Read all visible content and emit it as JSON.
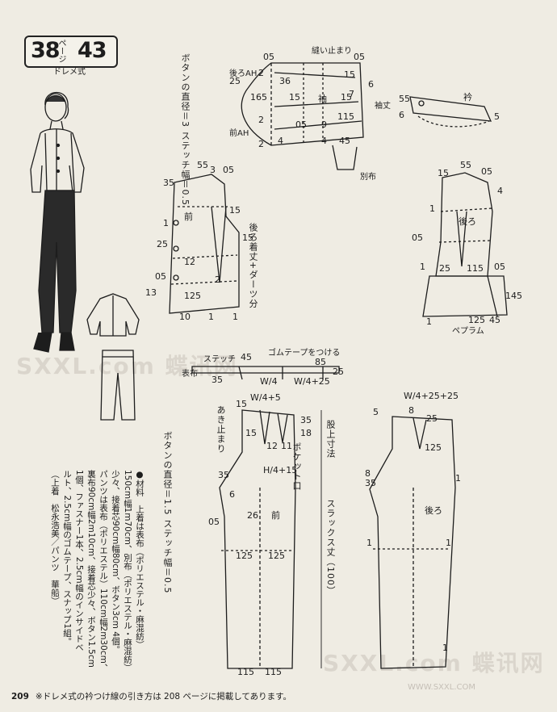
{
  "header": {
    "ref_number": "38",
    "ref_unit": "ページ",
    "design_number": "43",
    "style_label": "ドレメ式"
  },
  "labels": {
    "sleeve": "袖",
    "collar": "衿",
    "front": "前",
    "back": "後ろ",
    "peplum": "ペプラム",
    "sleeve_width": "袖丈",
    "bias": "別布",
    "back_ah": "後ろAH",
    "front_ah": "前AH",
    "sleeve_cap": "縫い止まり",
    "back_length": "後ろ着丈+ダーツ分",
    "pocket": "ポケット口",
    "crotch": "股上寸法",
    "slacks_length": "スラックス丈（100）",
    "elastic": "ゴムテープをつける",
    "waistband": "表布",
    "stitch_note_top": "ボタンの直径＝3 ステッチ幅＝0.5",
    "stitch_note_pants": "ボタンの直径＝1.5 ステッチ幅＝0.5",
    "fly_stitch": "あき止まり",
    "stitch_label": "ステッチ"
  },
  "materials": [
    "●材料　上着は表布（ポリエステル・麻混紡）",
    "150cm幅1m70cm、別布（ポリエステル・麻混紡）",
    "少々、接着芯90cm幅80cm、ボタン3cm 4個。",
    "パンツは表布（ポリエステル）110cm幅2m30cm、",
    "裏布90cm幅2m10cm、接着芯少々、ボタン1.5cm",
    "1個、ファスナー1本、2.5cm幅のインサイドベ",
    "ルト、2.5cm幅のゴムテープ、スナップ1組。",
    "（上着　松永浩美／パンツ　華船）"
  ],
  "footer": {
    "page_number": "209",
    "note": "※ドレメ式の衿つけ線の引き方は 208 ページに掲載してあります。"
  },
  "watermark": {
    "site": "SXXL.com 蝶讯网",
    "url": "WWW.SXXL.COM"
  },
  "measurements": {
    "sleeve": [
      "05",
      "2",
      "25",
      "165",
      "15",
      "15",
      "7",
      "05",
      "9",
      "115",
      "2",
      "4",
      "4",
      "45",
      "2",
      "36",
      "15",
      "6",
      "05"
    ],
    "collar": [
      "55",
      "6",
      "5"
    ],
    "front": [
      "55",
      "3",
      "05",
      "35",
      "1",
      "15",
      "25",
      "15",
      "12",
      "05",
      "2",
      "125",
      "13",
      "10",
      "1",
      "1"
    ],
    "back": [
      "15",
      "55",
      "05",
      "4",
      "1",
      "05",
      "25",
      "115",
      "05",
      "1",
      "145",
      "125",
      "45",
      "1"
    ],
    "pants_front": [
      "15",
      "W/4+5",
      "35",
      "18",
      "15",
      "12",
      "11",
      "35",
      "H/4+15",
      "6",
      "26",
      "05",
      "125",
      "125",
      "115",
      "115"
    ],
    "pants_back": [
      "W/4+25+25",
      "5",
      "8",
      "25",
      "125",
      "8",
      "35",
      "1",
      "1",
      "1",
      "1"
    ],
    "waistband": [
      "45",
      "35",
      "85",
      "25",
      "W/4",
      "W/4+25"
    ]
  }
}
